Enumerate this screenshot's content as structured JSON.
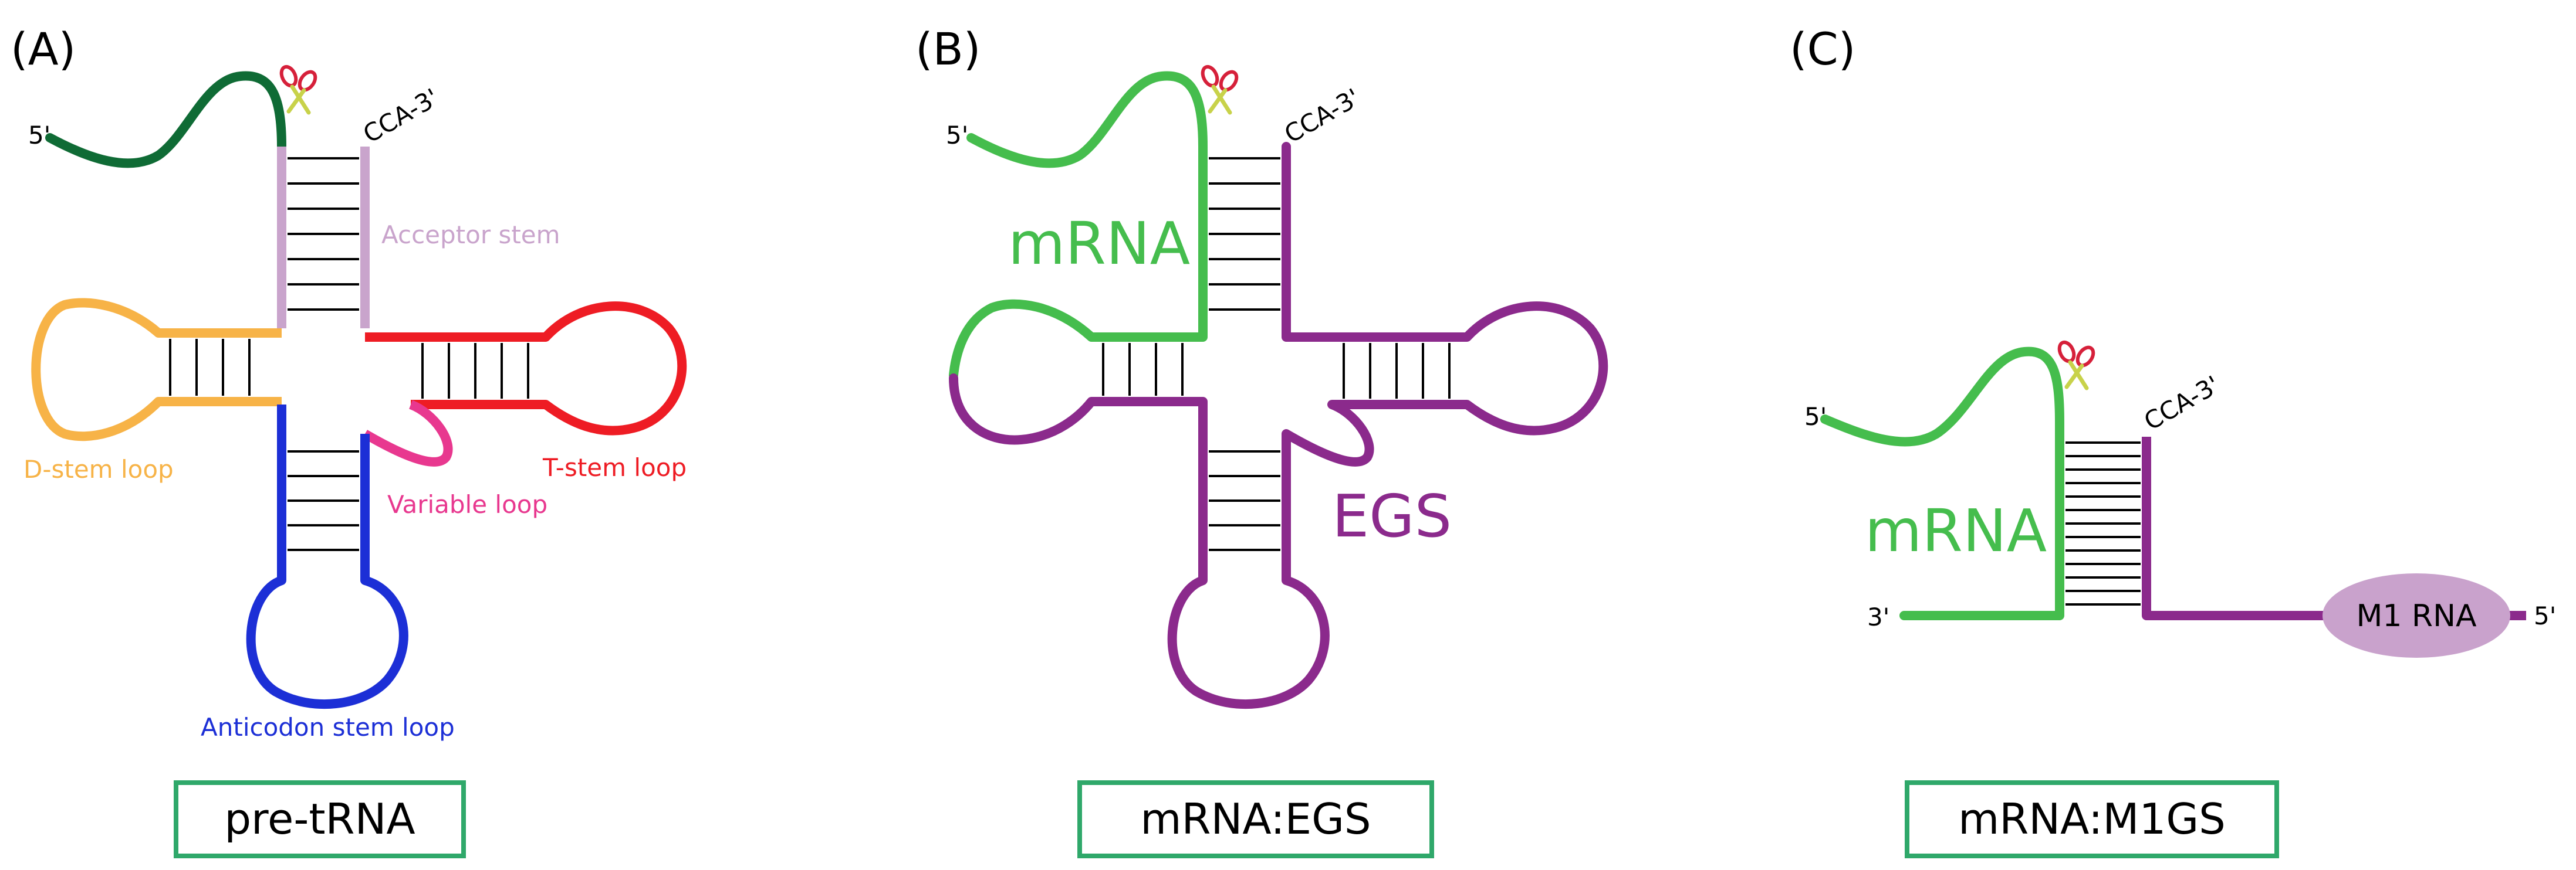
{
  "panels": {
    "a": {
      "letter": "(A)",
      "title": "pre-tRNA",
      "five_prime": "5'",
      "cca": "CCA-3'",
      "acceptor_stem": "Acceptor stem",
      "d_stem_loop": "D-stem loop",
      "t_stem_loop": "T-stem loop",
      "variable_loop": "Variable loop",
      "anticodon_stem_loop": "Anticodon stem loop"
    },
    "b": {
      "letter": "(B)",
      "title": "mRNA:EGS",
      "five_prime": "5'",
      "cca": "CCA-3'",
      "mrna": "mRNA",
      "egs": "EGS"
    },
    "c": {
      "letter": "(C)",
      "title": "mRNA:M1GS",
      "five_prime_left": "5'",
      "three_prime": "3'",
      "cca": "CCA-3'",
      "mrna": "mRNA",
      "m1_rna": "M1 RNA",
      "five_prime_right": "5'"
    }
  },
  "colors": {
    "leader_dark_green": "#0f6b35",
    "acceptor_lilac": "#c9a4cc",
    "d_loop_orange": "#f7b347",
    "t_loop_red": "#ee1c24",
    "variable_pink": "#e8388f",
    "anticodon_blue": "#1c2fd6",
    "mrna_green": "#45bd4d",
    "egs_purple": "#8b2a8c",
    "m1_ellipse": "#c9a2cc",
    "box_green": "#2fa86a",
    "scissors_red": "#d6203a"
  },
  "icons": [
    "scissors-icon"
  ]
}
